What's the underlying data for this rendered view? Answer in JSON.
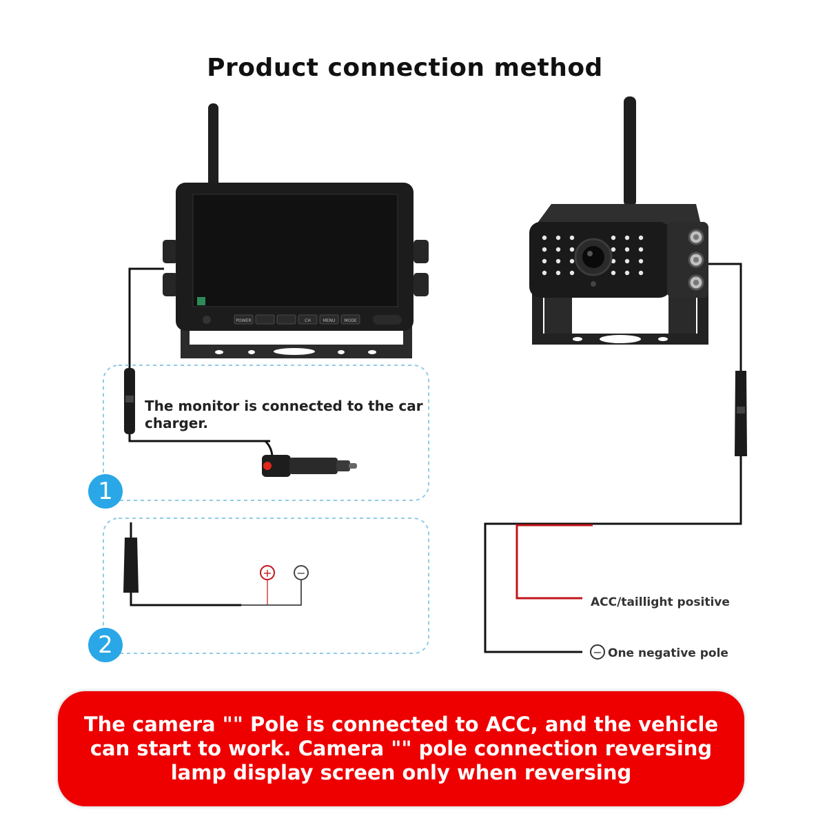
{
  "title": "Product connection method",
  "step1": {
    "number": "1",
    "label": "The monitor is connected to the car charger."
  },
  "step2": {
    "number": "2",
    "positive_symbol": "+",
    "negative_symbol": "−"
  },
  "camera_wiring": {
    "acc_label": "ACC/taillight positive",
    "negative_label": "One negative pole",
    "negative_symbol": "−"
  },
  "monitor_buttons": [
    "POWER",
    "",
    "",
    "CH",
    "MENU",
    "MODE"
  ],
  "note": "The camera \"\" Pole is connected to ACC, and the vehicle can start to work. Camera \"\" pole connection reversing lamp display screen only when reversing",
  "colors": {
    "accent_blue": "#2aa7e6",
    "note_red": "#ee0000",
    "wire_red": "#c0141b"
  }
}
